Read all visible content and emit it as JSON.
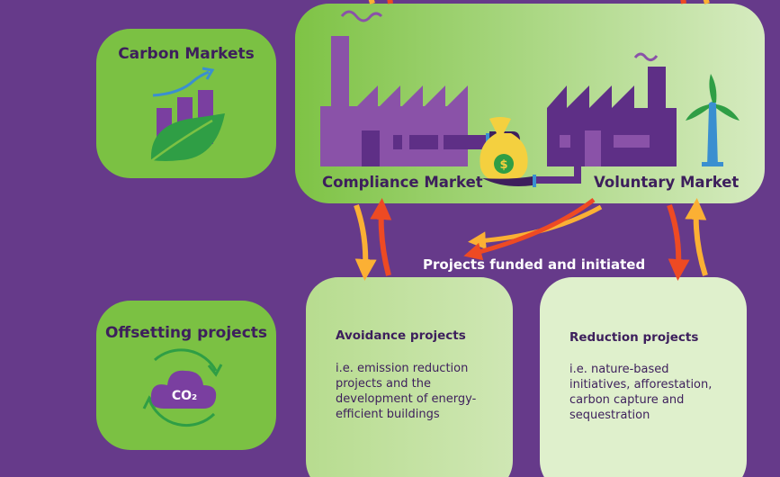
{
  "sidebar": {
    "carbon_markets": "Carbon Markets",
    "offsetting_projects": "Offsetting projects",
    "co2_label": "CO₂"
  },
  "markets": {
    "compliance": "Compliance Market",
    "voluntary": "Voluntary Market",
    "currency_symbol": "$"
  },
  "flow_label": "Projects funded and initiated",
  "projects": {
    "avoidance": {
      "title": "Avoidance projects",
      "description": "i.e. emission reduction projects and the development of energy-efficient buildings"
    },
    "reduction": {
      "title": "Reduction projects",
      "description": "i.e. nature-based initiatives, afforestation, carbon capture and sequestration"
    }
  },
  "colors": {
    "background": "#663a8a",
    "box_green": "#7bc143",
    "market_gradient_start": "#7ec345",
    "market_gradient_end": "#d6ebc0",
    "project_box": "#c5e3a3",
    "reduction_box": "#dff0cc",
    "factory_purple": "#8a52a8",
    "factory_dark": "#5e2f86",
    "text_dark": "#3d1f5c",
    "arrow_orange": "#f58220",
    "arrow_yellow": "#fbb034",
    "arrow_red": "#ee4a23"
  }
}
